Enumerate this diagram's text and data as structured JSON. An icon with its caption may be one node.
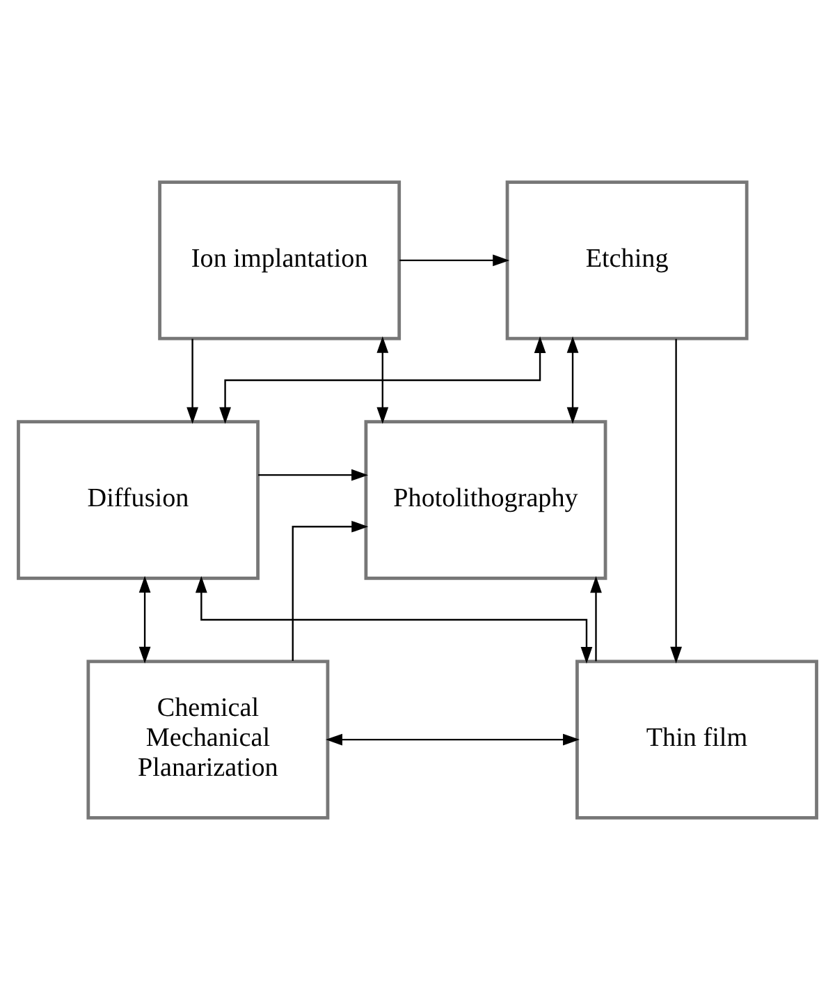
{
  "diagram": {
    "nodes": [
      {
        "text": [
          "Ion implantation"
        ]
      },
      {
        "text": [
          "Etching"
        ]
      },
      {
        "text": [
          "Diffusion"
        ]
      },
      {
        "text": [
          "Photolithography"
        ]
      },
      {
        "text": [
          "Chemical Mechanical Planarization"
        ]
      },
      {
        "text": [
          "Thin film"
        ]
      }
    ],
    "edges": [
      {
        "from": 0,
        "to": 1,
        "arrow": "to"
      },
      {
        "from": 0,
        "to": 2,
        "arrow": "to"
      },
      {
        "from": 0,
        "to": 3,
        "arrow": "both"
      },
      {
        "from": 1,
        "to": 3,
        "arrow": "both"
      },
      {
        "from": 2,
        "to": 3,
        "arrow": "to"
      },
      {
        "from": 2,
        "to": 4,
        "arrow": "both"
      },
      {
        "from": 4,
        "to": 3,
        "arrow": "to"
      },
      {
        "from": 4,
        "to": 5,
        "arrow": "both"
      },
      {
        "from": 5,
        "to": 3,
        "arrow": "to"
      },
      {
        "from": 1,
        "to": 5,
        "arrow": "to"
      },
      {
        "from": 2,
        "to": 1,
        "arrow": "both"
      },
      {
        "from": 5,
        "to": 2,
        "arrow": "both"
      }
    ]
  }
}
